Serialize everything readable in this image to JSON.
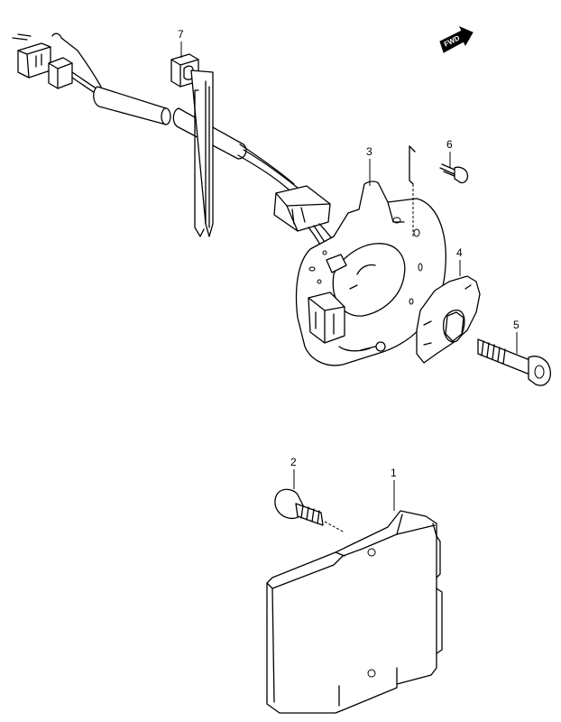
{
  "diagram": {
    "fwd_label": "FWD",
    "callouts": [
      {
        "id": "c1",
        "number": "1"
      },
      {
        "id": "c2",
        "number": "2"
      },
      {
        "id": "c3",
        "number": "3"
      },
      {
        "id": "c4",
        "number": "4"
      },
      {
        "id": "c5",
        "number": "5"
      },
      {
        "id": "c6",
        "number": "6"
      },
      {
        "id": "c7",
        "number": "7"
      }
    ]
  }
}
